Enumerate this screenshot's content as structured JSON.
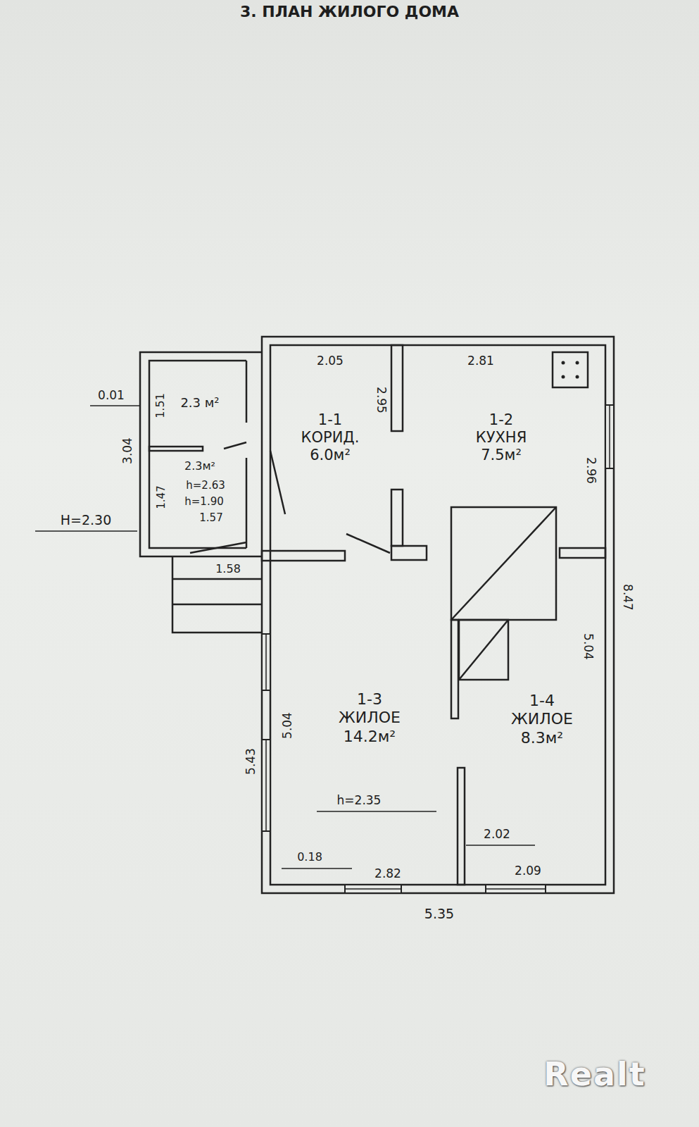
{
  "diagram": {
    "title": "3. ПЛАН ЖИЛОГО ДОМА",
    "nodes": [
      {
        "text": [
          "2.3 м²"
        ]
      },
      {
        "text": [
          "1-1",
          "КОРИД.",
          "6.0м²"
        ]
      },
      {
        "text": [
          "1-2",
          "КУХНЯ",
          "7.5м²"
        ]
      },
      {
        "text": [
          "2.3м²"
        ]
      },
      {
        "text": [
          "1-3",
          "ЖИЛОЕ",
          "14.2м²"
        ]
      },
      {
        "text": [
          "1-4",
          "ЖИЛОЕ",
          "8.3м²"
        ]
      }
    ],
    "labels": [
      "0.01",
      "1.51",
      "3.04",
      "1.47",
      "h=2.63",
      "h=1.90",
      "1.57",
      "H=2.30",
      "1.58",
      "2.05",
      "2.95",
      "2.81",
      "2.96",
      "8.47",
      "5.04",
      "5.04",
      "5.43",
      "h=2.35",
      "0.18",
      "2.82",
      "2.02",
      "2.09",
      "5.35",
      "Realt"
    ]
  }
}
